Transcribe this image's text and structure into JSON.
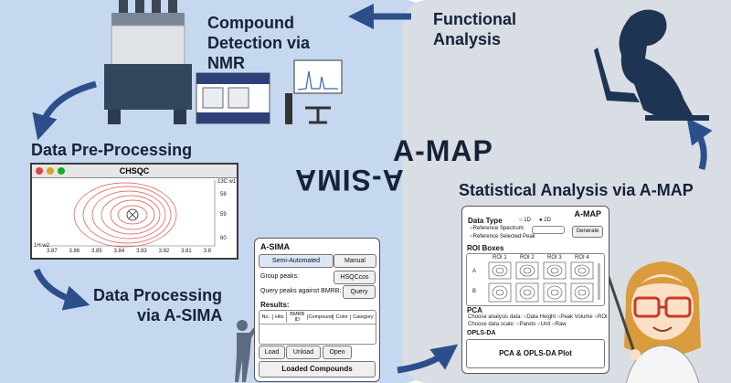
{
  "titles": {
    "compound_detection": [
      "Compound",
      "Detection via",
      "NMR"
    ],
    "functional_analysis": [
      "Functional",
      "Analysis"
    ],
    "data_preprocessing": "Data Pre-Processing",
    "data_processing": [
      "Data Processing",
      "via A-SIMA"
    ],
    "statistical_analysis": "Statistical Analysis via A-MAP",
    "amap_big": "A-MAP",
    "asima_big": "A-SIMA"
  },
  "hsqc_window": {
    "title": "CHSQC",
    "axis_x_ticks": [
      "3.87",
      "3.86",
      "3.85",
      "3.84",
      "3.83",
      "3.82",
      "3.81",
      "3.8"
    ],
    "axis_y_ticks": [
      "58",
      "59",
      "60"
    ],
    "x_label": "1H w2",
    "y_label": "13C w1"
  },
  "asima_window": {
    "title": "A-SIMA",
    "tab_semi": "Semi-Automated",
    "tab_manual": "Manual",
    "group_peaks_label": "Group peaks:",
    "group_peaks_value": "HSQCcos",
    "query_label": "Query peaks against BMRB:",
    "query_button": "Query",
    "results_label": "Results:",
    "columns": [
      "No.",
      "Hits",
      "BMRB ID",
      "Compound",
      "Color",
      "Category"
    ],
    "load_button": "Load",
    "unload_button": "Unload",
    "open_button": "Open",
    "loaded_compounds": "Loaded Compounds"
  },
  "amap_window": {
    "title": "A-MAP",
    "data_type_label": "Data Type",
    "option_1d": "1D",
    "option_2d": "2D",
    "reference_spectrum": "Reference Spectrum:",
    "reference_selected_peak": "Reference Selected Peak",
    "generate_button": "Generate",
    "roi_boxes_label": "ROI Boxes",
    "roi_columns": [
      "ROI 1",
      "ROI 2",
      "ROI 3",
      "ROI 4"
    ],
    "roi_rows": [
      "A",
      "B"
    ],
    "pca_label": "PCA",
    "pca_analysis_label": "Choose analysis data:",
    "pca_analysis_options": [
      "Data Height",
      "Peak Volume",
      "ROI"
    ],
    "pca_scale_label": "Choose data scale:",
    "pca_scale_options": [
      "Pareto",
      "Unit",
      "Raw"
    ],
    "oplsda_label": "OPLS-DA",
    "plot_button": "PCA & OPLS-DA Plot"
  },
  "colors": {
    "left_panel": "#c6d8ef",
    "right_panel": "#d9dde4",
    "arrow": "#2c4f8c",
    "contour": "#e0504a",
    "title_text": "#152238"
  }
}
